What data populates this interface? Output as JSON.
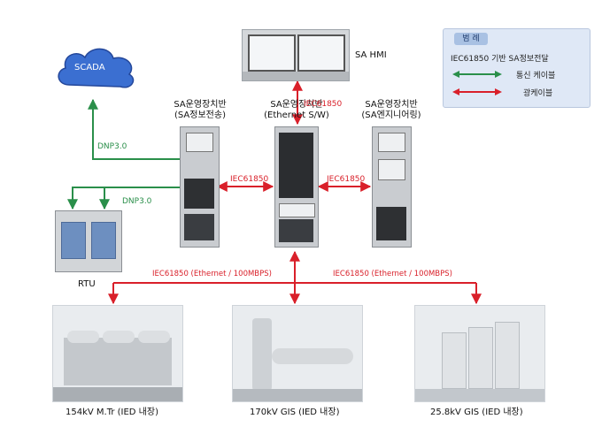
{
  "legend": {
    "title": "범 례",
    "heading": "IEC61850 기반 SA정보전달",
    "green_label": "통신 케이블",
    "red_label": "광케이블"
  },
  "colors": {
    "green": "#2a8f4a",
    "red": "#d9202a",
    "cloud": "#3b6fd1"
  },
  "nodes": {
    "scada": "SCADA",
    "hmi": "SA HMI",
    "left_cabinet": {
      "line1": "SA운영장치반",
      "line2": "(SA정보전송)"
    },
    "center_cabinet": {
      "line1": "SA운영장치반",
      "line2": "(Ethernet S/W)"
    },
    "right_cabinet": {
      "line1": "SA운영장치반",
      "line2": "(SA엔지니어링)"
    },
    "rtu": "RTU",
    "bottom": [
      {
        "label": "154kV M.Tr (IED 내장)"
      },
      {
        "label": "170kV GIS (IED 내장)"
      },
      {
        "label": "25.8kV GIS (IED 내장)"
      }
    ]
  },
  "links": {
    "dnp_scada": "DNP3.0",
    "dnp_rtu": "DNP3.0",
    "iec_hmi": "IEC61850",
    "iec_left": "IEC61850",
    "iec_right": "IEC61850",
    "ethernet_left": "IEC61850 (Ethernet / 100MBPS)",
    "ethernet_right": "IEC61850 (Ethernet / 100MBPS)"
  }
}
